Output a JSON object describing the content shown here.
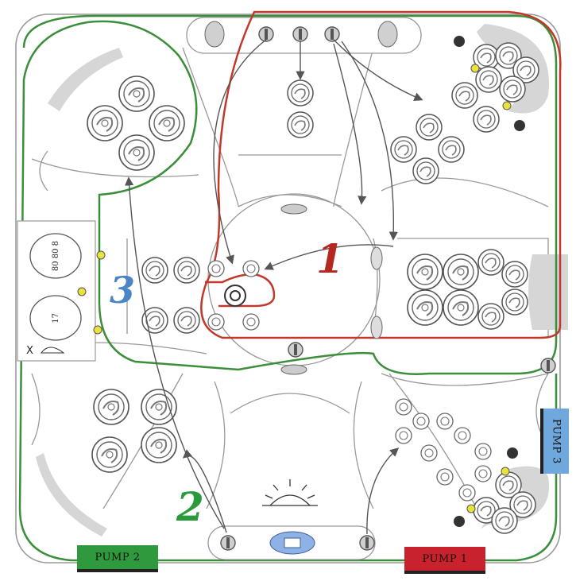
{
  "pumps": {
    "pump1": {
      "label": "PUMP 1",
      "color": "#c8232c"
    },
    "pump2": {
      "label": "PUMP 2",
      "color": "#2f9a3d"
    },
    "pump3": {
      "label": "PUMP 3",
      "color": "#6fa8dc"
    }
  },
  "zones": {
    "zone1": {
      "label": "1",
      "color": "#b5281f"
    },
    "zone2": {
      "label": "2",
      "color": "#2b9a3c"
    },
    "zone3": {
      "label": "3",
      "color": "#4a86c5"
    }
  },
  "control_panel": {
    "top_label": "80 80 8",
    "bottom_label": "17",
    "corner_label": "X"
  },
  "colors": {
    "outline": "#9a9a9a",
    "jet_ring": "#777777",
    "pillow": "#d6d6d6",
    "led": "#e8e23a",
    "zone1_line": "#c0392b",
    "zone2_line": "#3b8f3b",
    "arrow": "#555555"
  }
}
